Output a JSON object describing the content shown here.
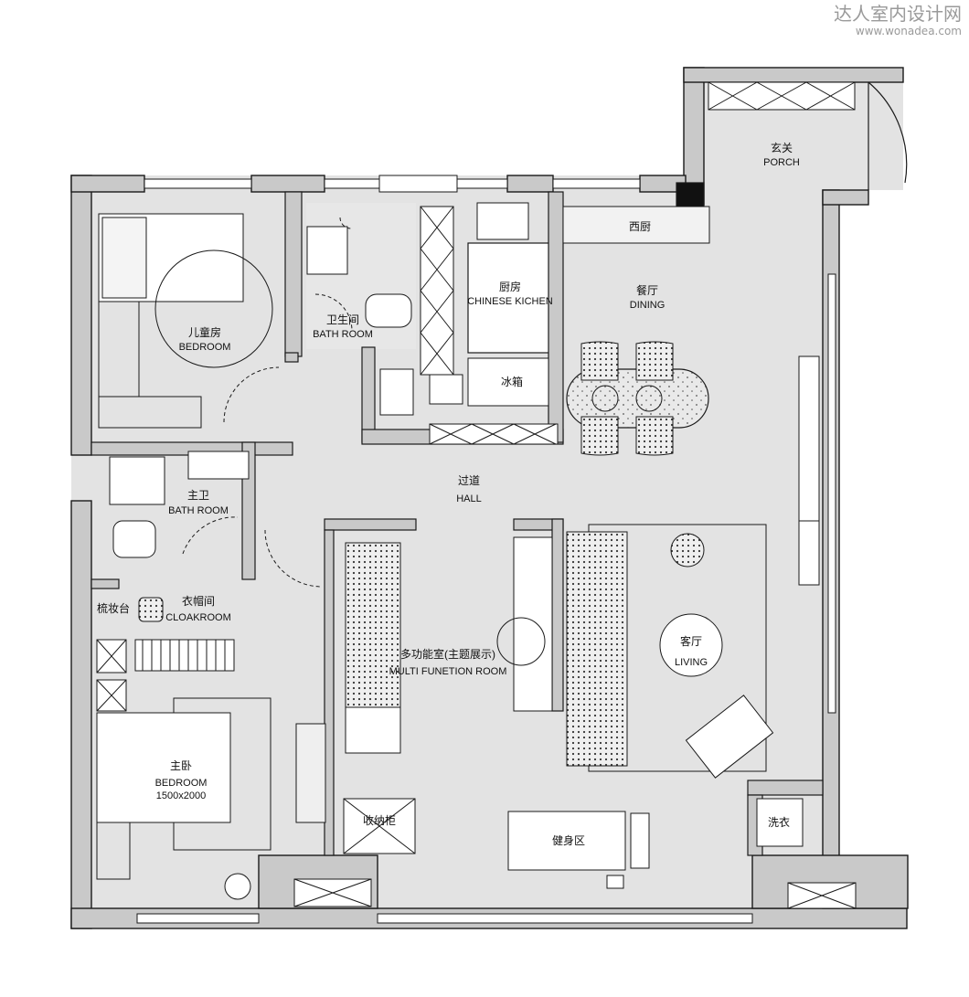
{
  "watermark": {
    "title": "达人室内设计网",
    "url": "www.wonadea.com"
  },
  "rooms": {
    "porch": {
      "cn": "玄关",
      "en": "PORCH"
    },
    "western_kitchen": {
      "cn": "西厨"
    },
    "dining": {
      "cn": "餐厅",
      "en": "DINING"
    },
    "kitchen": {
      "cn": "厨房",
      "en": "CHINESE KICHEN"
    },
    "fridge": {
      "cn": "冰箱"
    },
    "kids_bedroom": {
      "cn": "儿童房",
      "en": "BEDROOM"
    },
    "bath": {
      "cn": "卫生间",
      "en": "BATH ROOM"
    },
    "hall": {
      "cn": "过道",
      "en": "HALL"
    },
    "master_bath": {
      "cn": "主卫",
      "en": "BATH ROOM"
    },
    "dresser": {
      "cn": "梳妆台"
    },
    "cloakroom": {
      "cn": "衣帽间",
      "en": "CLOAKROOM"
    },
    "multi": {
      "cn": "多功能室(主题展示)",
      "en": "MULTI FUNETION ROOM"
    },
    "living": {
      "cn": "客厅",
      "en": "LIVING"
    },
    "master_bedroom": {
      "cn": "主卧",
      "en": "BEDROOM",
      "size": "1500x2000"
    },
    "storage": {
      "cn": "收纳柜"
    },
    "gym": {
      "cn": "健身区"
    },
    "laundry": {
      "cn": "洗衣"
    }
  },
  "colors": {
    "wall": "#c9c9c9",
    "floor": "#e3e3e3",
    "line": "#1a1a1a",
    "watermark": "#9a9a9a"
  }
}
